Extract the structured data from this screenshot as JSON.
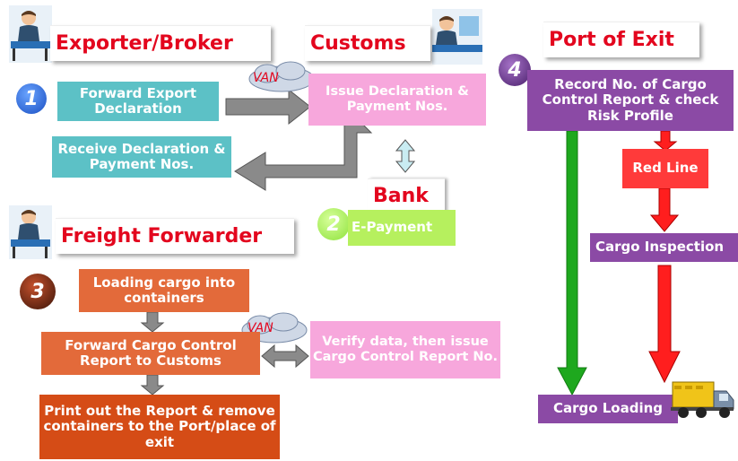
{
  "headers": {
    "exporter_broker": "Exporter/Broker",
    "customs": "Customs",
    "port_of_exit": "Port of Exit",
    "bank": "Bank",
    "freight_forwarder": "Freight Forwarder"
  },
  "steps": {
    "step1": "1",
    "step2": "2",
    "step3": "3",
    "step4": "4"
  },
  "cloud_label": "VAN",
  "boxes": {
    "forward_export_declaration": "Forward Export Declaration",
    "receive_declaration": "Receive Declaration & Payment Nos.",
    "issue_declaration": "Issue Declaration & Payment Nos.",
    "e_payment": "E-Payment",
    "loading_cargo": "Loading cargo into containers",
    "forward_cargo_control": "Forward Cargo Control Report to Customs",
    "print_report": "Print out the Report & remove containers to the Port/place of exit",
    "verify_data": "Verify data, then issue Cargo Control Report No.",
    "record_no": "Record No. of Cargo Control Report & check Risk Profile",
    "red_line": "Red Line",
    "cargo_inspection": "Cargo Inspection",
    "cargo_loading": "Cargo Loading"
  },
  "colors": {
    "header_text": "#e3061e",
    "teal": "#5cc1c6",
    "pink": "#f7a7dc",
    "orange": "#e36a3a",
    "purple": "#8b4aa5",
    "red": "#ff3a3a",
    "green_box": "#b6f05e",
    "green_arrow": "#1ea81e",
    "gray_arrow": "#8a8a8a"
  }
}
